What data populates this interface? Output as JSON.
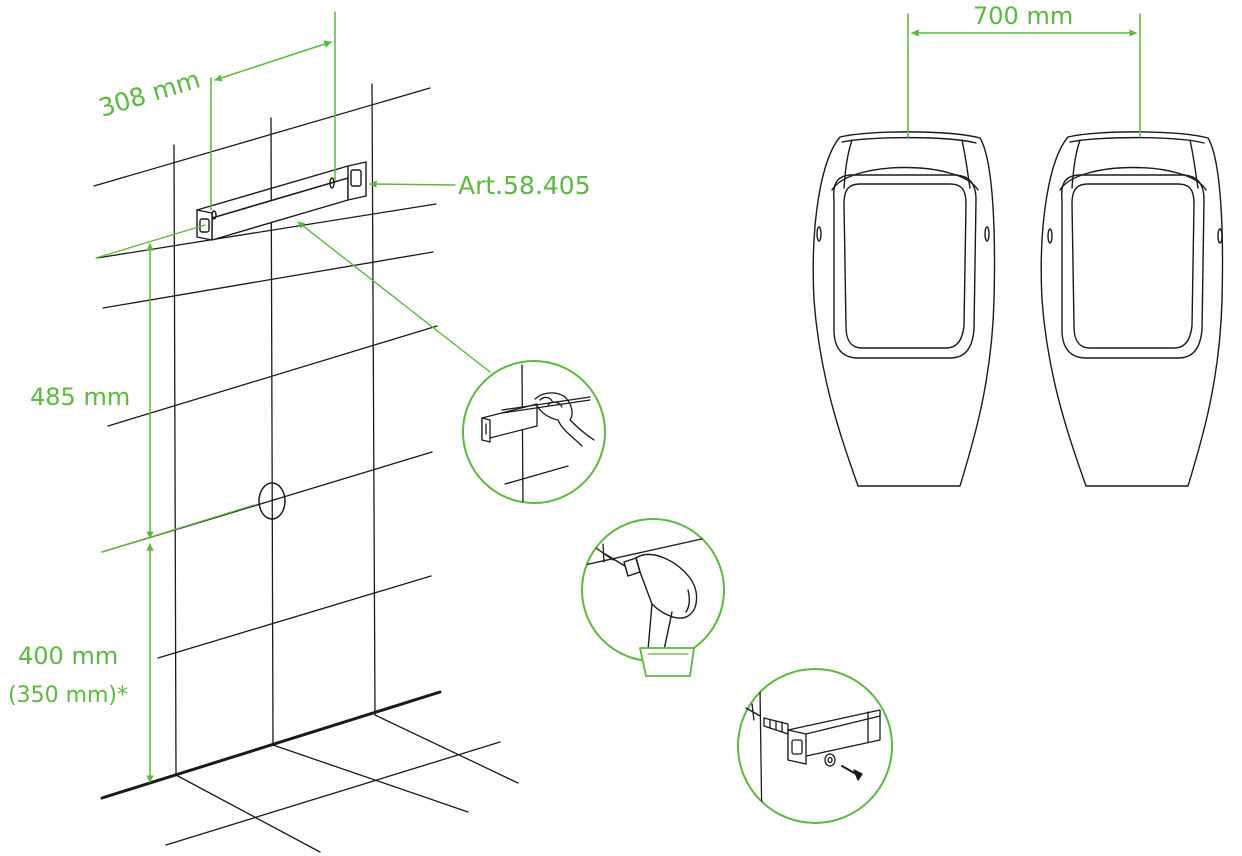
{
  "labels": {
    "width_bracket": "308 mm",
    "article": "Art.58.405",
    "height_bracket": "485 mm",
    "height_outlet": "400 mm",
    "height_outlet_alt": "(350 mm)*",
    "spacing": "700 mm"
  },
  "colors": {
    "accent": "#5cb83f",
    "line": "#1a1a1a",
    "background": "#ffffff"
  },
  "icons": [
    "pencil-hand-icon",
    "drill-icon",
    "dowel-screw-icon",
    "urinal-icon"
  ]
}
